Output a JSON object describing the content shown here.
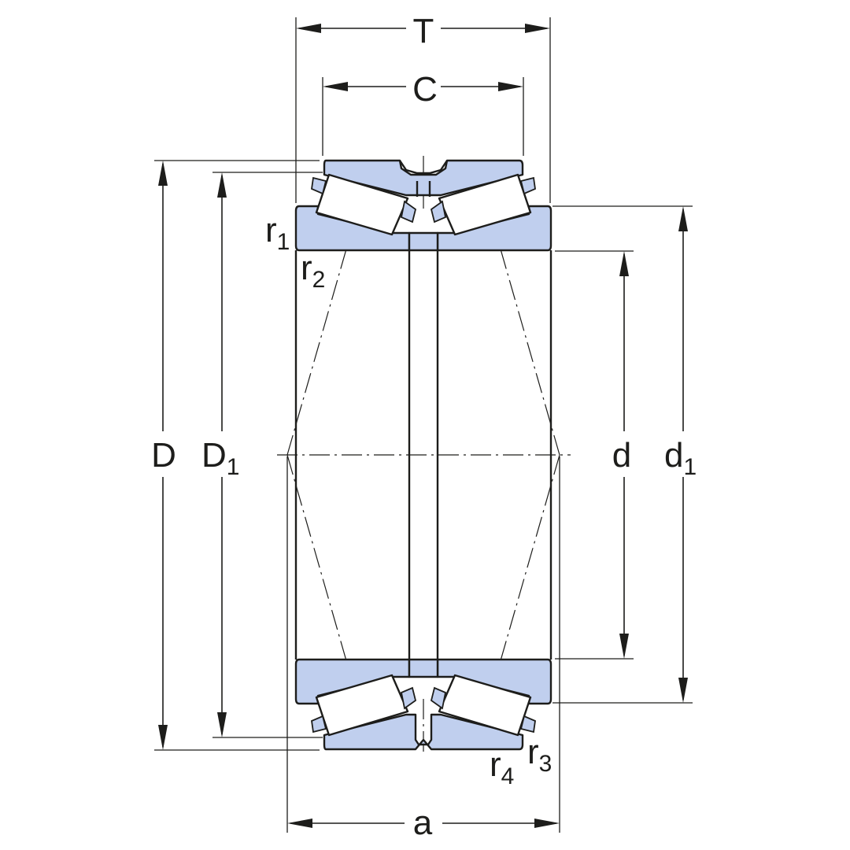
{
  "labels": {
    "T": "T",
    "C": "C",
    "D": "D",
    "D1": {
      "main": "D",
      "sub": "1"
    },
    "d": "d",
    "d1": {
      "main": "d",
      "sub": "1"
    },
    "a": "a",
    "r1": {
      "main": "r",
      "sub": "1"
    },
    "r2": {
      "main": "r",
      "sub": "2"
    },
    "r3": {
      "main": "r",
      "sub": "3"
    },
    "r4": {
      "main": "r",
      "sub": "4"
    }
  },
  "colors": {
    "ring_fill": "#c0cfee",
    "line": "#1d1d1b",
    "background": "#ffffff"
  }
}
